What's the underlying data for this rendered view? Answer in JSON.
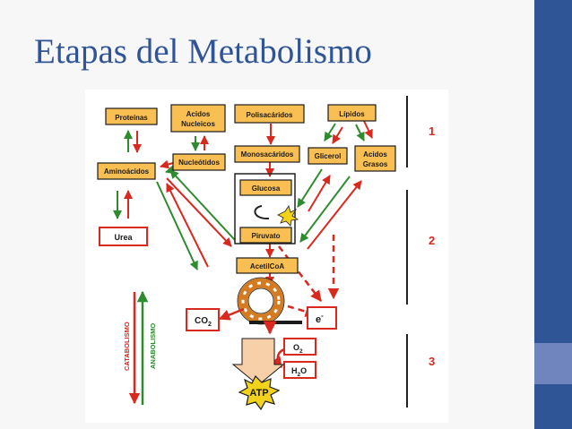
{
  "slide": {
    "title": "Etapas del Metabolismo"
  },
  "colors": {
    "background": "#f7f7f7",
    "sidebar": "#2f5597",
    "sidebar_accent": "#7084be",
    "title_text": "#2f5597",
    "box_fill": "#f9bf52",
    "box_stroke": "#1a1a1a",
    "catabolic_arrow": "#d9281e",
    "anabolic_arrow": "#2e8b2e",
    "stage_label": "#d9281e",
    "cycle_ring": "#d47a20",
    "atp_burst": "#f2d21b",
    "atp_arrow": "#f7cfa8"
  },
  "diagram": {
    "boxes": {
      "proteinas": "Proteínas",
      "acidos_nucleicos_1": "Acidos",
      "acidos_nucleicos_2": "Nucleicos",
      "polisacaridos": "Polisacáridos",
      "lipidos": "Lípidos",
      "aminoacidos": "Aminoácidos",
      "nucleotidos": "Nucleótidos",
      "monosacaridos": "Monosacáridos",
      "glicerol": "Glicerol",
      "acidos_grasos_1": "Acidos",
      "acidos_grasos_2": "Grasos",
      "glucosa": "Glucosa",
      "piruvato": "Piruvato",
      "acetilcoa": "AcetilCoA",
      "urea": "Urea",
      "co2_base": "CO",
      "co2_sub": "2",
      "electron_base": "e",
      "electron_sup": "-",
      "o2_base": "O",
      "o2_sub": "2",
      "h2o_base": "H",
      "h2o_sub": "2",
      "h2o_tail": "O",
      "atp": "ATP"
    },
    "side_labels": {
      "catabolismo": "CATABOLISMO",
      "anabolismo": "ANABOLISMO"
    },
    "stages": [
      "1",
      "2",
      "3"
    ]
  }
}
